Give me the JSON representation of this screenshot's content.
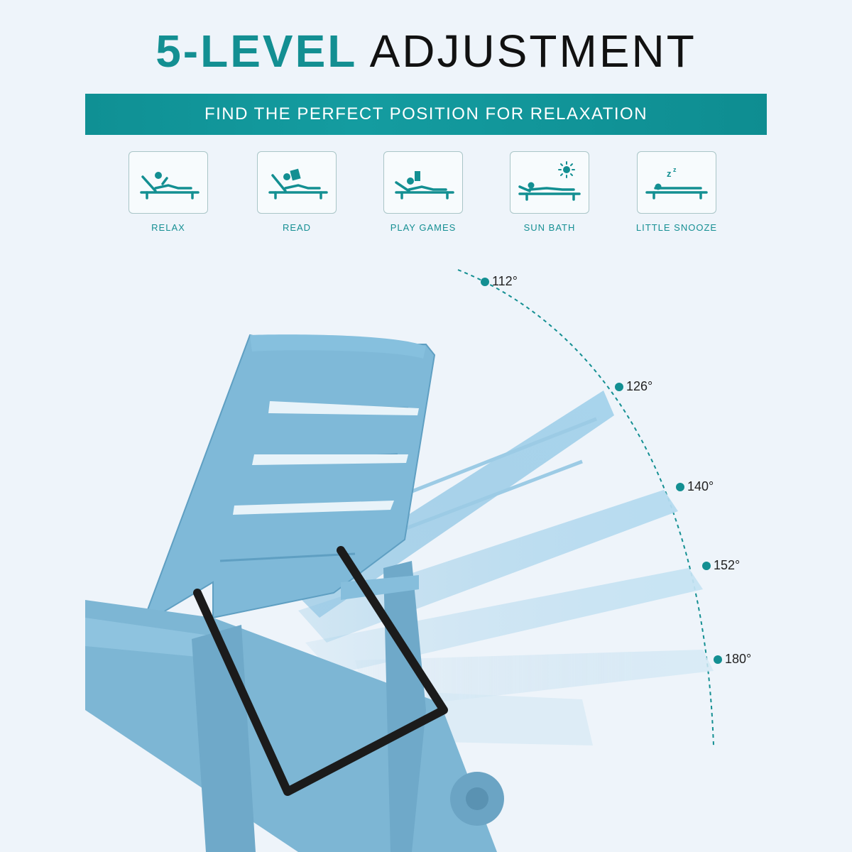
{
  "header": {
    "title_highlight": "5-LEVEL",
    "title_rest": "ADJUSTMENT",
    "subtitle": "FIND THE PERFECT POSITION FOR RELAXATION"
  },
  "modes": [
    {
      "label": "RELAX",
      "icon": "relax-icon"
    },
    {
      "label": "READ",
      "icon": "read-icon"
    },
    {
      "label": "PLAY GAMES",
      "icon": "play-games-icon"
    },
    {
      "label": "SUN BATH",
      "icon": "sun-bath-icon"
    },
    {
      "label": "LITTLE SNOOZE",
      "icon": "little-snooze-icon"
    }
  ],
  "angles": [
    "112°",
    "126°",
    "140°",
    "152°",
    "180°"
  ],
  "colors": {
    "accent": "#138f92",
    "chair": "#78b6d4",
    "frame": "#1b1b1b",
    "background": "#eef4fa"
  }
}
